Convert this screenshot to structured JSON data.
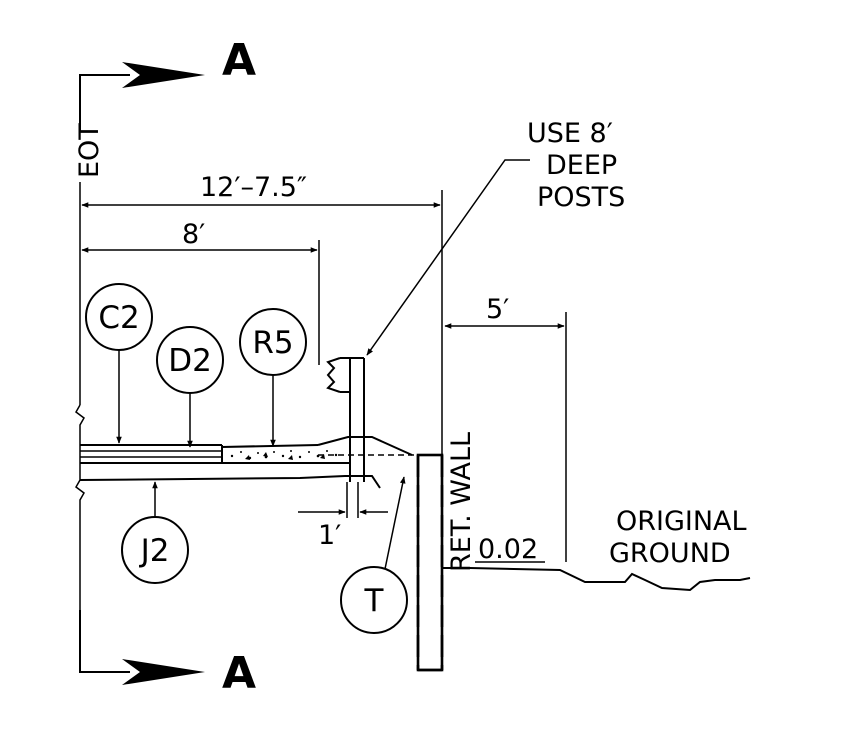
{
  "section_marks": {
    "top": "A",
    "bottom": "A"
  },
  "labels": {
    "eot": "EOT",
    "overall_width": "12′–7.5″",
    "width_8": "8′",
    "width_5": "5′",
    "width_1": "1′",
    "note_line1": "USE 8′",
    "note_line2": "DEEP",
    "note_line3": "POSTS",
    "ret_wall": "RET. WALL",
    "slope": "0.02",
    "ground_line1": "ORIGINAL",
    "ground_line2": "GROUND"
  },
  "callouts": {
    "c2": "C2",
    "d2": "D2",
    "r5": "R5",
    "j2": "J2",
    "t": "T"
  }
}
